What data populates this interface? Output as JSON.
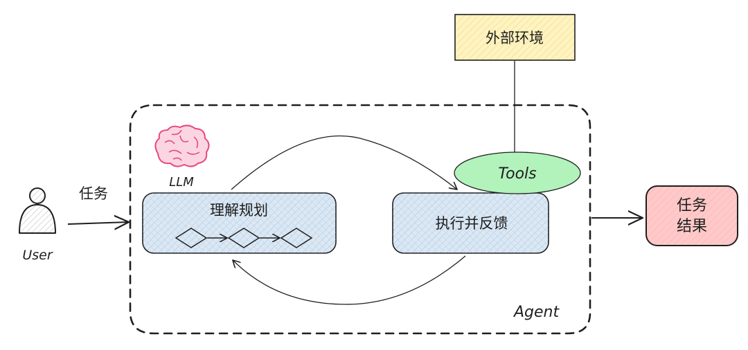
{
  "user": {
    "label": "User"
  },
  "task_label": "任务",
  "llm": {
    "label": "LLM"
  },
  "plan_box": {
    "label": "理解规划"
  },
  "exec_box": {
    "label": "执行并反馈"
  },
  "tools": {
    "label": "Tools"
  },
  "env_box": {
    "label": "外部环境"
  },
  "agent": {
    "label": "Agent"
  },
  "result": {
    "line1": "任务",
    "line2": "结果"
  },
  "colors": {
    "box_fill": "#dbe8f4",
    "tools_fill": "#b2f2bb",
    "env_fill": "#fff3bf",
    "result_fill": "#ffc9c9",
    "brain": "#e64980",
    "stroke": "#1e1e1e"
  },
  "icons": [
    "user-icon",
    "brain-icon",
    "diamond-icon"
  ]
}
